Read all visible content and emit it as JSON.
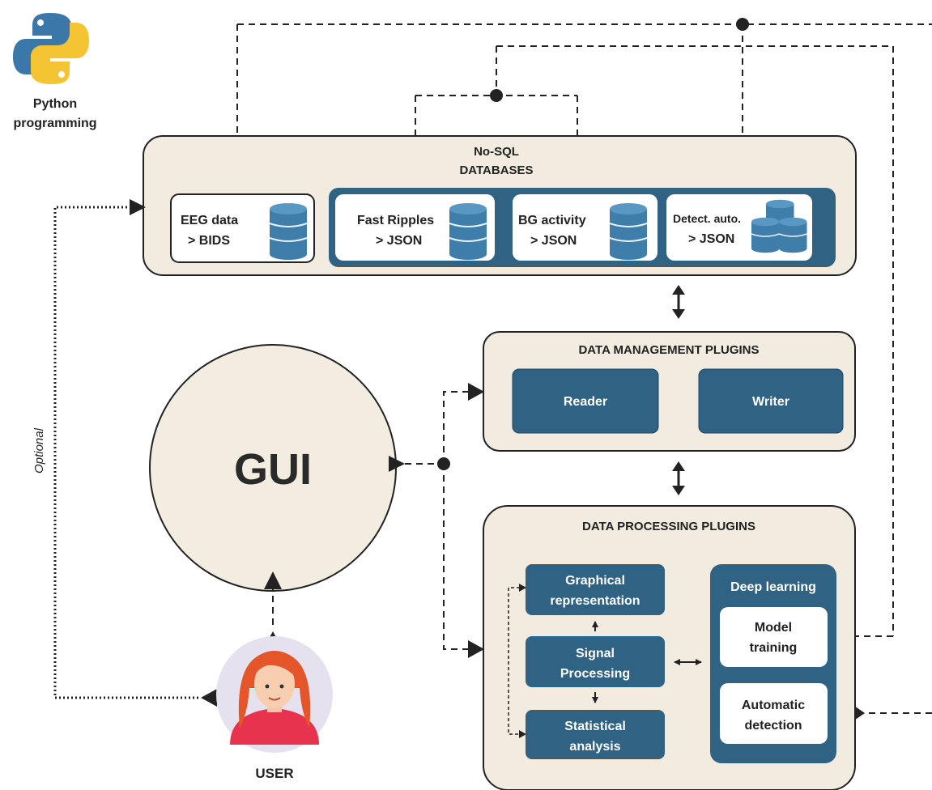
{
  "python": {
    "line1": "Python",
    "line2": "programming"
  },
  "databases": {
    "title_line1": "No-SQL",
    "title_line2": "DATABASES",
    "eeg": {
      "line1": "EEG data",
      "line2": "> BIDS"
    },
    "fast_ripples": {
      "line1": "Fast Ripples",
      "line2": "> JSON"
    },
    "bg_activity": {
      "line1": "BG activity",
      "line2": "> JSON"
    },
    "detect_auto": {
      "line1": "Detect. auto.",
      "line2": "> JSON"
    }
  },
  "management": {
    "title": "DATA MANAGEMENT PLUGINS",
    "reader": "Reader",
    "writer": "Writer"
  },
  "processing": {
    "title": "DATA PROCESSING PLUGINS",
    "graphical_line1": "Graphical",
    "graphical_line2": "representation",
    "signal_line1": "Signal",
    "signal_line2": "Processing",
    "statistical_line1": "Statistical",
    "statistical_line2": "analysis",
    "deep_learning": "Deep learning",
    "model_line1": "Model",
    "model_line2": "training",
    "auto_line1": "Automatic",
    "auto_line2": "detection"
  },
  "gui": "GUI",
  "user": "USER",
  "optional": "Optional",
  "colors": {
    "panel_fill": "#f2ece0",
    "dark_blue": "#2f6283",
    "db_blue": "#3f7eab",
    "gui_fill": "#f3ede1",
    "line": "#222222"
  }
}
